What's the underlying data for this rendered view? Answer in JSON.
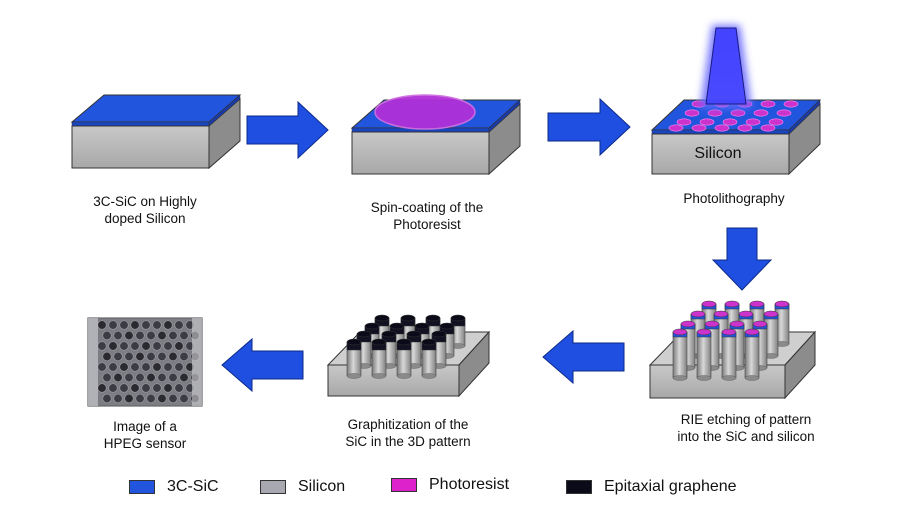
{
  "steps": [
    {
      "caption_line1": "3C-SiC on Highly",
      "caption_line2": "doped Silicon"
    },
    {
      "caption_line1": "Spin-coating of the",
      "caption_line2": "Photoresist"
    },
    {
      "caption_line1": "Photolithography",
      "caption_line2": ""
    },
    {
      "caption_line1": "RIE etching of pattern",
      "caption_line2": "into the SiC and silicon"
    },
    {
      "caption_line1": "Graphitization of the",
      "caption_line2": "SiC in the 3D pattern"
    },
    {
      "caption_line1": "Image of a",
      "caption_line2": "HPEG sensor"
    }
  ],
  "block_label": "Silicon",
  "legend": [
    {
      "label": "3C-SiC",
      "color": "#2255dd"
    },
    {
      "label": "Silicon",
      "color": "#a8a8b0"
    },
    {
      "label": "Photoresist",
      "color": "#dd22cc"
    },
    {
      "label": "Epitaxial graphene",
      "color": "#0a0a18"
    }
  ],
  "colors": {
    "arrow": "#1f4fe0",
    "sic": "#2255dd",
    "silicon": "#b8b8b8",
    "photoresist": "#cc33cc",
    "graphene": "#0a0a18"
  }
}
